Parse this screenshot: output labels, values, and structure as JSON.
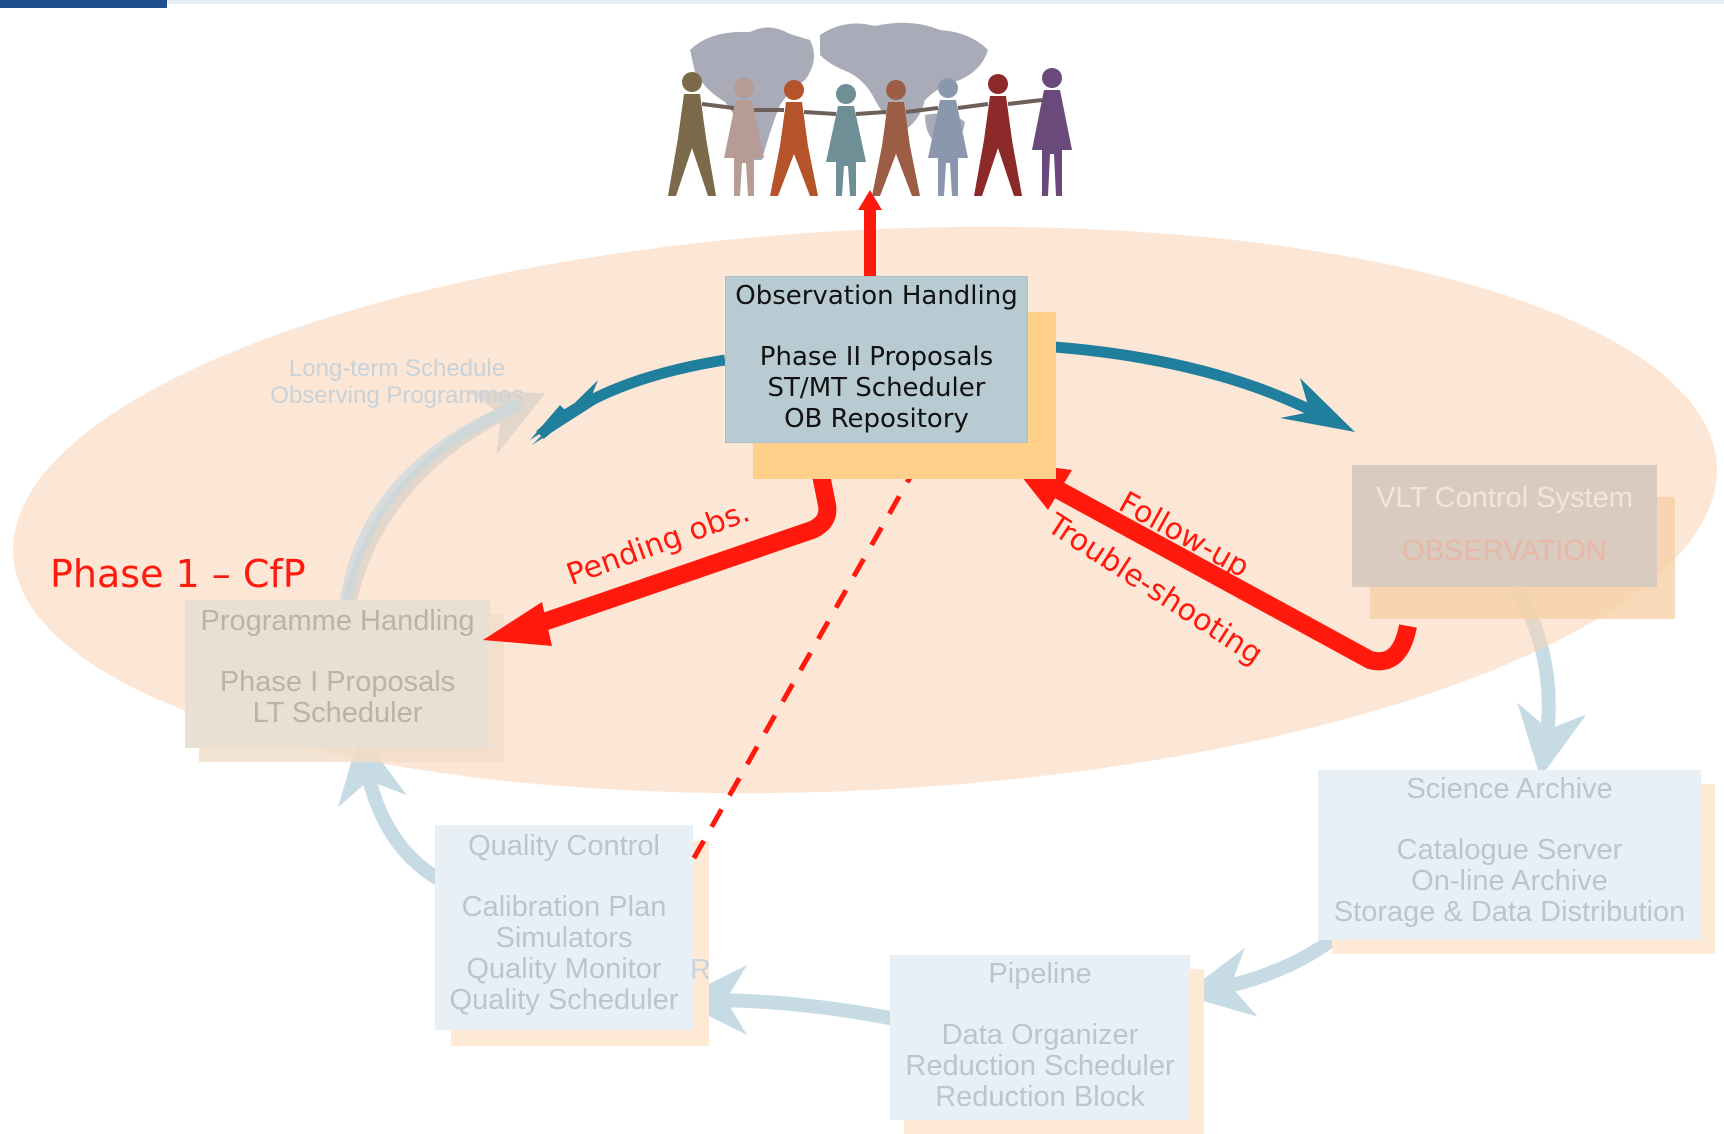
{
  "phase_title": "Phase 1 – CfP",
  "center_box": {
    "title": "Observation Handling",
    "lines": [
      "Phase II Proposals",
      "ST/MT Scheduler",
      "OB Repository"
    ]
  },
  "boxes": {
    "programme": {
      "title": "Programme Handling",
      "lines": [
        "Phase I Proposals",
        "LT Scheduler"
      ]
    },
    "vlt": {
      "title": "VLT Control System",
      "subtitle": "OBSERVATION"
    },
    "archive": {
      "title": "Science Archive",
      "lines": [
        "Catalogue Server",
        "On-line Archive",
        "Storage & Data Distribution"
      ]
    },
    "pipeline": {
      "title": "Pipeline",
      "lines": [
        "Data Organizer",
        "Reduction Scheduler",
        "Reduction Block"
      ]
    },
    "quality": {
      "title": "Quality Control",
      "lines": [
        "Calibration Plan",
        "Simulators",
        "Quality Monitor",
        "Quality Scheduler"
      ]
    }
  },
  "ghost_label": [
    "Long-term Schedule",
    "Observing Programmes"
  ],
  "stray_letter": "R",
  "arrow_labels": {
    "pending": "Pending obs.",
    "followup": "Follow-up",
    "trouble": "Trouble-shooting"
  },
  "colors": {
    "accent_red": "#ff1a0d",
    "cycle_teal": "#1f7f9c",
    "center_box_fill": "#b8cbd3",
    "ellipse_fill": "#fbe2cf"
  },
  "icons": [
    "world-map-icon",
    "people-chain-icon"
  ]
}
